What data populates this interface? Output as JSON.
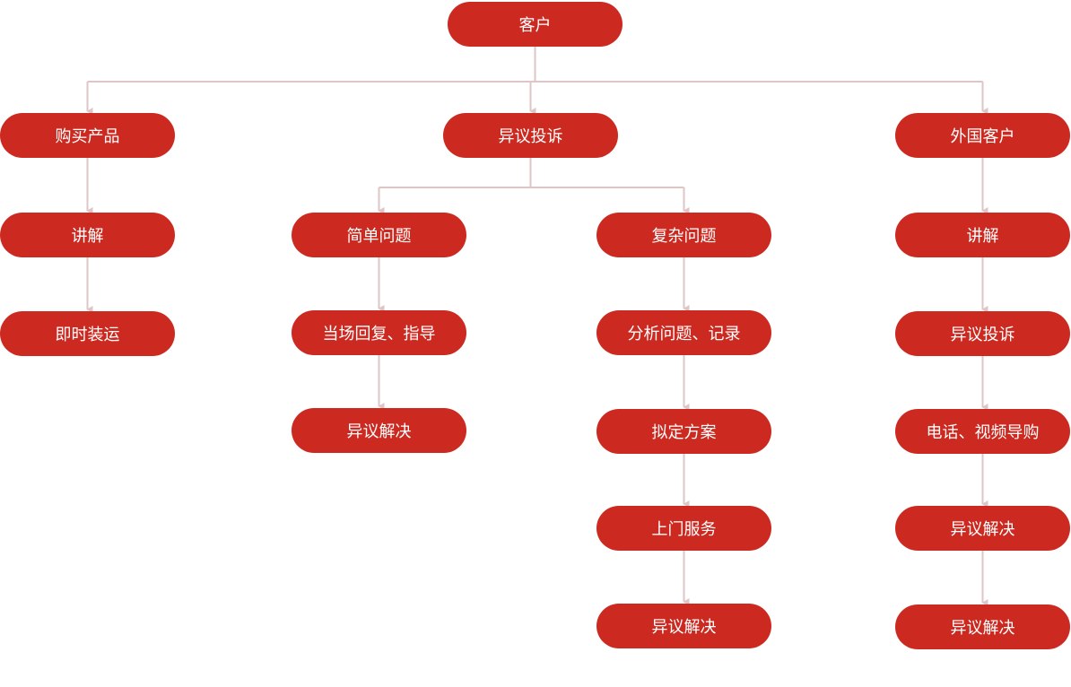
{
  "diagram": {
    "colors": {
      "node_fill": "#cc2a21",
      "node_text": "#ffffff",
      "connector": "#dec6c6"
    },
    "nodes": [
      {
        "id": "root",
        "label": "客户"
      },
      {
        "id": "purchase",
        "label": "购买产品"
      },
      {
        "id": "objection",
        "label": "异议投诉"
      },
      {
        "id": "foreign",
        "label": "外国客户"
      },
      {
        "id": "purchase_explain",
        "label": "讲解"
      },
      {
        "id": "purchase_ship",
        "label": "即时装运"
      },
      {
        "id": "simple",
        "label": "简单问题"
      },
      {
        "id": "simple_reply",
        "label": "当场回复、指导"
      },
      {
        "id": "simple_resolve",
        "label": "异议解决"
      },
      {
        "id": "complex",
        "label": "复杂问题"
      },
      {
        "id": "complex_analyze",
        "label": "分析问题、记录"
      },
      {
        "id": "complex_plan",
        "label": "拟定方案"
      },
      {
        "id": "complex_visit",
        "label": "上门服务"
      },
      {
        "id": "complex_resolve",
        "label": "异议解决"
      },
      {
        "id": "foreign_explain",
        "label": "讲解"
      },
      {
        "id": "foreign_objection",
        "label": "异议投诉"
      },
      {
        "id": "foreign_video",
        "label": "电话、视频导购"
      },
      {
        "id": "foreign_resolve_1",
        "label": "异议解决"
      },
      {
        "id": "foreign_resolve_2",
        "label": "异议解决"
      }
    ],
    "edges": [
      [
        "root",
        "purchase"
      ],
      [
        "root",
        "objection"
      ],
      [
        "root",
        "foreign"
      ],
      [
        "purchase",
        "purchase_explain"
      ],
      [
        "purchase_explain",
        "purchase_ship"
      ],
      [
        "objection",
        "simple"
      ],
      [
        "objection",
        "complex"
      ],
      [
        "simple",
        "simple_reply"
      ],
      [
        "simple_reply",
        "simple_resolve"
      ],
      [
        "complex",
        "complex_analyze"
      ],
      [
        "complex_analyze",
        "complex_plan"
      ],
      [
        "complex_plan",
        "complex_visit"
      ],
      [
        "complex_visit",
        "complex_resolve"
      ],
      [
        "foreign",
        "foreign_explain"
      ],
      [
        "foreign_explain",
        "foreign_objection"
      ],
      [
        "foreign_objection",
        "foreign_video"
      ],
      [
        "foreign_video",
        "foreign_resolve_1"
      ],
      [
        "foreign_resolve_1",
        "foreign_resolve_2"
      ]
    ]
  }
}
